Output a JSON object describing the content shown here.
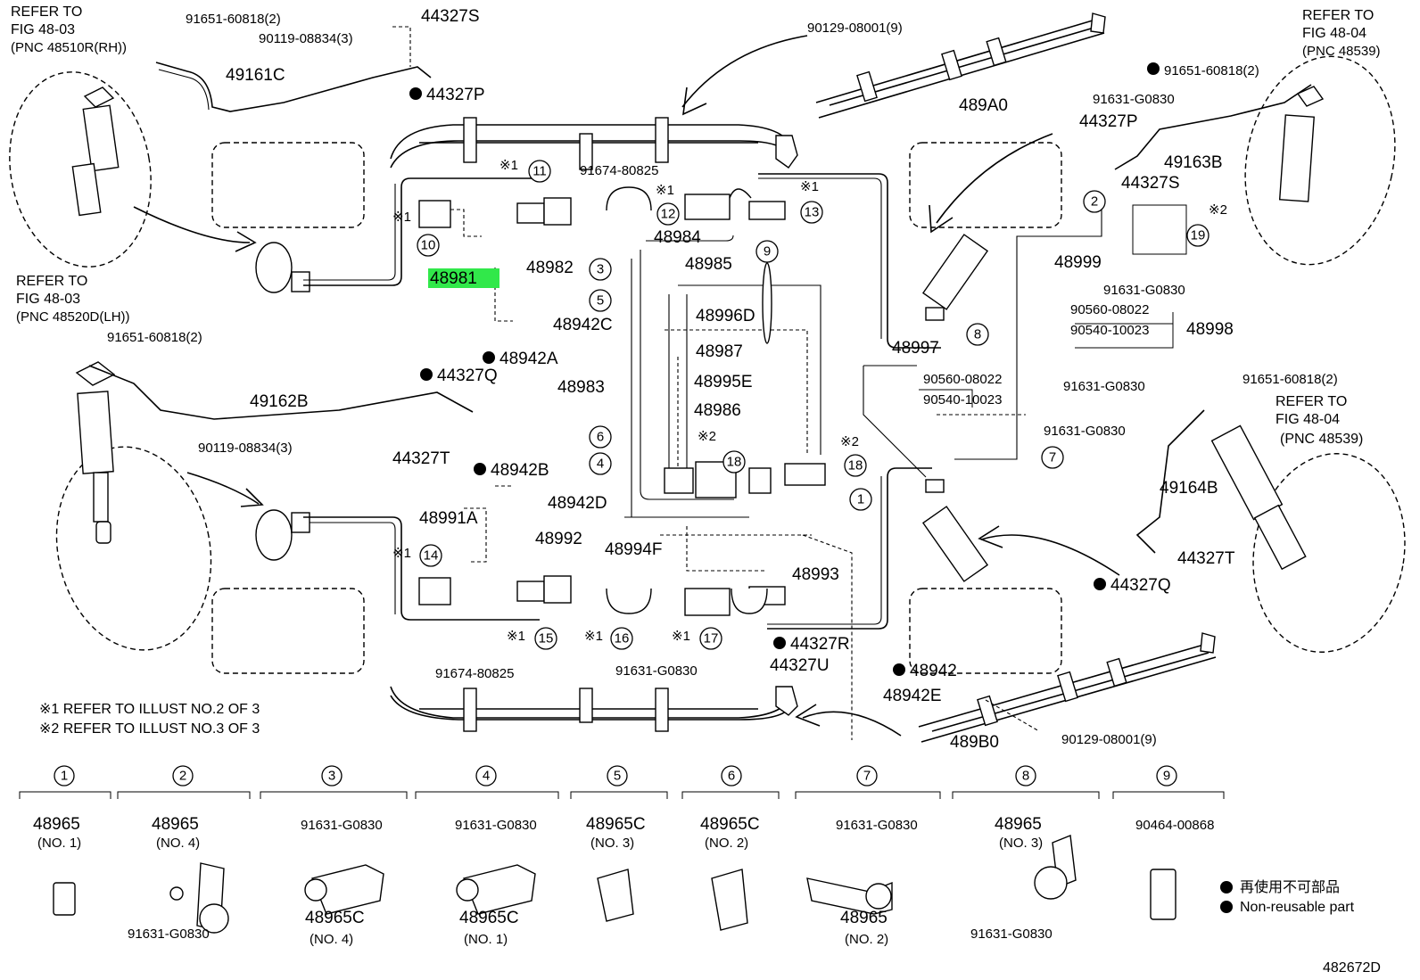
{
  "diagram_code": "482672D",
  "refer_notes": [
    {
      "line1": "REFER TO",
      "line2": "FIG 48-03",
      "line3": "(PNC 48510R(RH))"
    },
    {
      "line1": "REFER TO",
      "line2": "FIG 48-04",
      "line3": "(PNC 48539)"
    },
    {
      "line1": "REFER TO",
      "line2": "FIG 48-03",
      "line3": "(PNC 48520D(LH))"
    },
    {
      "line1": "REFER TO",
      "line2": "FIG 48-04",
      "line3": "(PNC 48539)"
    }
  ],
  "notes": {
    "ref1": "※1 REFER TO ILLUST NO.2 OF 3",
    "ref2": "※2 REFER TO ILLUST NO.3 OF 3"
  },
  "legend": {
    "jp": "再使用不可部品",
    "en": "Non-reusable part"
  },
  "mark1": "※1",
  "mark2": "※2",
  "part_labels": [
    "91651-60818(2)",
    "44327S",
    "90119-08834(3)",
    "49161C",
    "44327P",
    "90129-08001(9)",
    "489A0",
    "91651-60818(2)",
    "91631-G0830",
    "44327P",
    "49163B",
    "44327S",
    "91674-80825",
    "48984",
    "48982",
    "48981",
    "48985",
    "48996D",
    "48987",
    "48942C",
    "48942A",
    "48983",
    "48995E",
    "48986",
    "48999",
    "91631-G0830",
    "90560-08022",
    "90540-10023",
    "48998",
    "48997",
    "90560-08022",
    "90540-10023",
    "91631-G0830",
    "91651-60818(2)",
    "REFER TO",
    "FIG 48-04",
    "(PNC 48539)",
    "91631-G0830",
    "49164B",
    "44327T",
    "44327Q",
    "91651-60818(2)",
    "49162B",
    "44327Q",
    "90119-08834(3)",
    "44327T",
    "48942B",
    "48942D",
    "48991A",
    "48992",
    "48994F",
    "48993",
    "91674-80825",
    "91631-G0830",
    "44327R",
    "44327U",
    "48942",
    "48942E",
    "489B0",
    "90129-08001(9)"
  ],
  "highlight_label": "48981",
  "callouts": [
    "1",
    "2",
    "3",
    "4",
    "5",
    "6",
    "7",
    "8",
    "9",
    "10",
    "11",
    "12",
    "13",
    "14",
    "15",
    "16",
    "17",
    "18",
    "19"
  ],
  "bottom_parts": [
    {
      "num": "1",
      "top": "48965",
      "sub": "(NO. 1)"
    },
    {
      "num": "2",
      "top": "48965",
      "sub": "(NO. 4)",
      "bolt": "91631-G0830"
    },
    {
      "num": "3",
      "top": "91631-G0830",
      "bottom": "48965C",
      "sub": "(NO. 4)"
    },
    {
      "num": "4",
      "top": "91631-G0830",
      "bottom": "48965C",
      "sub": "(NO. 1)"
    },
    {
      "num": "5",
      "top": "48965C",
      "sub": "(NO. 3)"
    },
    {
      "num": "6",
      "top": "48965C",
      "sub": "(NO. 2)"
    },
    {
      "num": "7",
      "top": "91631-G0830",
      "bottom": "48965",
      "sub": "(NO. 2)"
    },
    {
      "num": "8",
      "top": "48965",
      "sub": "(NO. 3)",
      "bolt": "91631-G0830"
    },
    {
      "num": "9",
      "top": "90464-00868"
    }
  ]
}
